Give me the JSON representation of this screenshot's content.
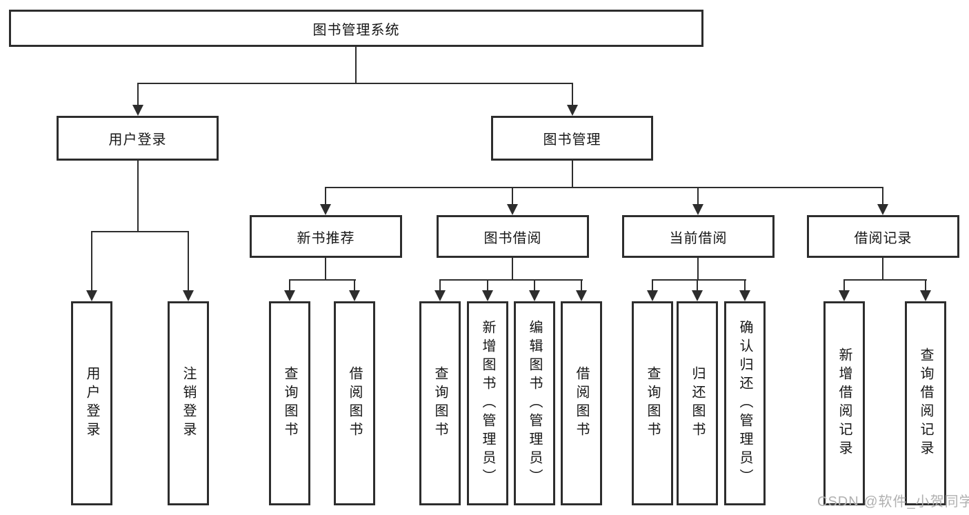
{
  "watermark": "CSDN @软件_小贺同学",
  "colors": {
    "line": "#2d2d2d",
    "text": "#161616",
    "watermark": "#b0b0b0"
  },
  "tree": {
    "root": {
      "label": "图书管理系统"
    },
    "branches": [
      {
        "label": "用户登录",
        "children": [
          {
            "label": "用户登录"
          },
          {
            "label": "注销登录"
          }
        ]
      },
      {
        "label": "图书管理",
        "children": [
          {
            "label": "新书推荐",
            "children": [
              {
                "label": "查询图书"
              },
              {
                "label": "借阅图书"
              }
            ]
          },
          {
            "label": "图书借阅",
            "children": [
              {
                "label": "查询图书"
              },
              {
                "label": "新增图书（管理员）"
              },
              {
                "label": "编辑图书（管理员）"
              },
              {
                "label": "借阅图书"
              }
            ]
          },
          {
            "label": "当前借阅",
            "children": [
              {
                "label": "查询图书"
              },
              {
                "label": "归还图书"
              },
              {
                "label": "确认归还（管理员）"
              }
            ]
          },
          {
            "label": "借阅记录",
            "children": [
              {
                "label": "新增借阅记录"
              },
              {
                "label": "查询借阅记录"
              }
            ]
          }
        ]
      }
    ]
  }
}
